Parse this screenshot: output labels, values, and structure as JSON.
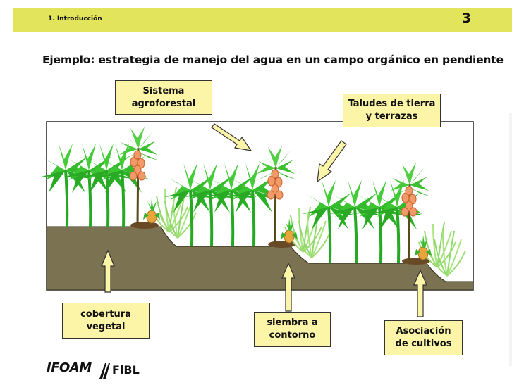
{
  "header": {
    "section": "1. Introducción",
    "page_number": "3"
  },
  "title": "Ejemplo: estrategia de manejo del agua en un campo orgánico en pendiente",
  "callouts": {
    "sistema": [
      "Sistema",
      "agroforestal"
    ],
    "taludes": [
      "Taludes de tierra",
      "y terrazas"
    ],
    "cobertura": [
      "cobertura",
      "vegetal"
    ],
    "siembra": [
      "siembra a",
      "contorno"
    ],
    "asociacion": [
      "Asociación",
      "de cultivos"
    ]
  },
  "logos": {
    "ifoam": "IFOAM",
    "fibl": "FiBL"
  },
  "colors": {
    "header_bar": "#e2e45c",
    "callout_fill": "#fcf5a8",
    "soil": "#7a7250",
    "plant_green": "#2fb52a",
    "papaya_fruit": "#f29a6a"
  }
}
